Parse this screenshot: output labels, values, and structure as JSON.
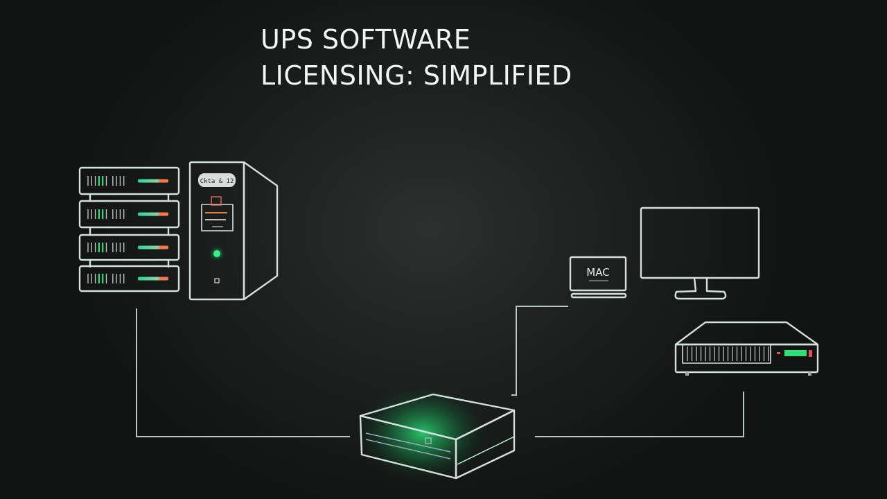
{
  "title": {
    "line1": "UPS SOFTWARE",
    "line2": "LICENSING: SIMPLIFIED"
  },
  "server_tower": {
    "label": "Ckta & 12"
  },
  "laptop": {
    "screen_text": "MAC"
  },
  "colors": {
    "line": "#d3e2de",
    "accent_green": "#2ee07a",
    "accent_orange": "#f07a4a",
    "background": "#1c1f1e"
  },
  "icons": [
    "server-rack-icon",
    "server-tower-icon",
    "laptop-icon",
    "monitor-icon",
    "ups-unit-icon",
    "network-hub-icon"
  ]
}
